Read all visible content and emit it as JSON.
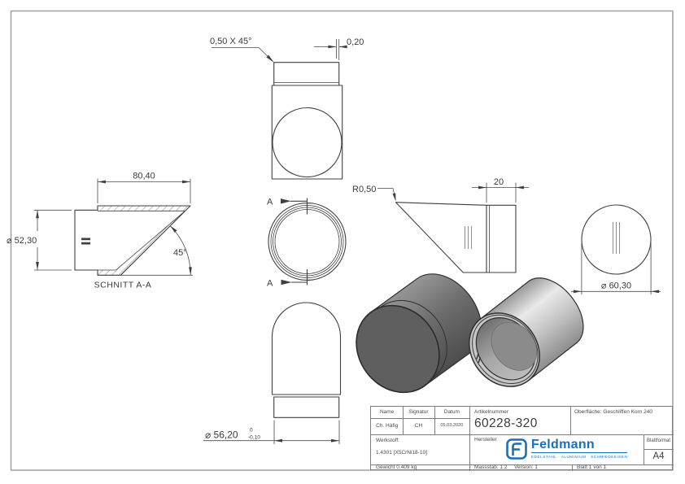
{
  "drawing": {
    "top_view": {
      "chamfer": "0,50 X 45°",
      "lip": "0,20"
    },
    "section_view": {
      "length": "80,40",
      "diameter": "⌀ 52,30",
      "angle": "45°",
      "caption": "SCHNITT A-A"
    },
    "front_view": {
      "marker": "A"
    },
    "side_view": {
      "radius": "R0,50",
      "width": "20"
    },
    "end_view": {
      "diameter": "⌀ 60,30"
    },
    "bottom_view": {
      "diameter": "⌀ 56,20",
      "tol_upper": "0",
      "tol_lower": "-0,10"
    }
  },
  "title_block": {
    "name_label": "Name",
    "signatur_label": "Signatur",
    "datum_label": "Datum",
    "name_value": "Ch. Häfig",
    "signatur_value": "CH",
    "datum_value": "05.03.2020",
    "artikelnummer_label": "Artikelnummer",
    "artikelnummer_value": "60228-320",
    "oberflaeche": "Oberfläche:  Geschliffen Korn 240",
    "werkstoff_label": "Werkstoff:",
    "werkstoff_value": "1.4301 [X5CrNi18-10]",
    "hersteller_label": "Hersteller",
    "gewicht": "Gewicht 0.409 kg",
    "massstab": "Massstab: 1:2",
    "version": "Version: 1",
    "blatt": "Blatt 1 von 1",
    "blattformat_label": "Blattformat",
    "blattformat_value": "A4",
    "logo_text": "Feldmann",
    "logo_tagline": "EDELSTAHL · ALUMINIUM · SCHMIEDEEISEN",
    "logo_color": "#1b6fb8"
  }
}
